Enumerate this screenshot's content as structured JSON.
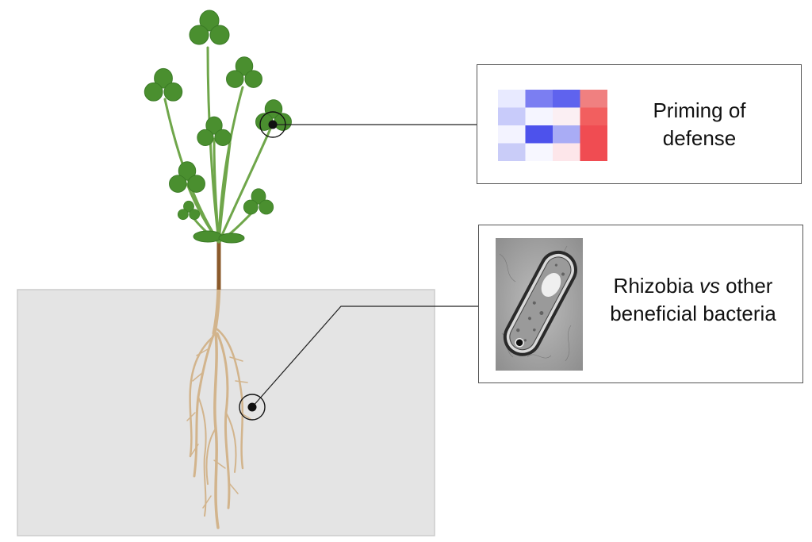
{
  "callouts": {
    "defense": {
      "line1": "Priming of",
      "line2": "defense"
    },
    "bacteria": {
      "line1_pre": "Rhizobia ",
      "line1_em": "vs",
      "line1_post": " other",
      "line2": "beneficial bacteria"
    }
  },
  "heatmap": {
    "rows": 4,
    "cols": 4,
    "cells": [
      [
        "#e8eaff",
        "#7b7ef2",
        "#5f63ee",
        "#f08080"
      ],
      [
        "#c8cbfa",
        "#f5f5ff",
        "#fbeff3",
        "#f25f5f"
      ],
      [
        "#f3f3ff",
        "#4d52ec",
        "#a9acf5",
        "#f04c52"
      ],
      [
        "#c9ccf8",
        "#f7f7ff",
        "#fde6ea",
        "#f04c52"
      ]
    ]
  },
  "colors": {
    "leaf": "#4a8f2f",
    "leaf_dark": "#3a7a25",
    "stem": "#6fa64a",
    "root": "#d2b48c",
    "soil": "#e4e4e4"
  }
}
